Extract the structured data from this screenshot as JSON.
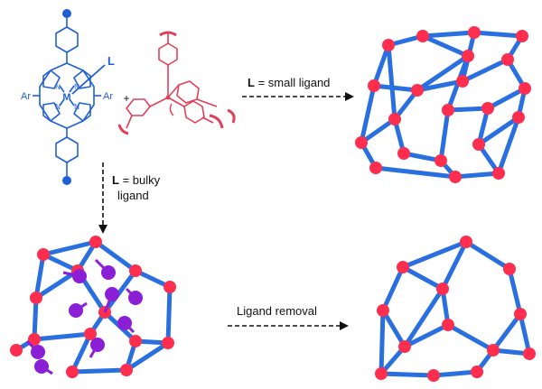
{
  "colors": {
    "porphyrin": "#1f5fd6",
    "linker": "#e0405a",
    "node": "#ff2e4f",
    "edge": "#2a6fe0",
    "bulky": "#8a1fd6",
    "arrow": "#111111"
  },
  "porphyrin": {
    "metal_label": "M",
    "ligand_label": "L",
    "aryl_left": "Ar",
    "aryl_right": "Ar",
    "nitrogen": "N"
  },
  "plus_sign": "+",
  "arrows": {
    "small": {
      "bold_part": "L",
      "rest": " = small ligand"
    },
    "bulky": {
      "bold_part": "L",
      "rest": " = bulky",
      "line2": "ligand"
    },
    "removal": {
      "text": "Ligand removal"
    }
  },
  "icons": {
    "node": "red-node-sphere",
    "bulky_ligand": "purple-ligand-sphere"
  }
}
